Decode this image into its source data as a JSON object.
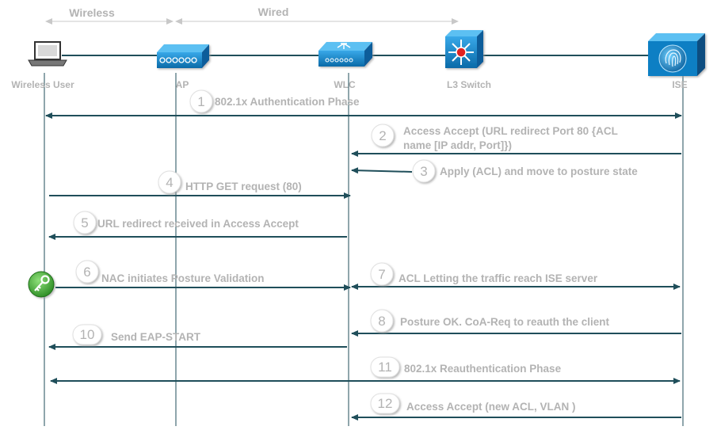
{
  "header": {
    "wireless_label": "Wireless",
    "wired_label": "Wired"
  },
  "devices": [
    {
      "name": "Wireless User",
      "icon": "laptop-icon"
    },
    {
      "name": "AP",
      "icon": "access-point-icon"
    },
    {
      "name": "WLC",
      "icon": "wireless-lan-controller-icon"
    },
    {
      "name": "L3 Switch",
      "icon": "l3-switch-icon"
    },
    {
      "name": "ISE",
      "icon": "ise-fingerprint-icon"
    }
  ],
  "steps": [
    {
      "num": "1",
      "line1": "802.1x Authentication Phase",
      "line2": ""
    },
    {
      "num": "2",
      "line1": "Access Accept (URL redirect Port 80 {ACL",
      "line2": "name [IP addr, Port]})"
    },
    {
      "num": "3",
      "line1": "Apply  (ACL) and move to posture state",
      "line2": ""
    },
    {
      "num": "4",
      "line1": "HTTP GET request (80)",
      "line2": ""
    },
    {
      "num": "5",
      "line1": "URL redirect received in Access Accept",
      "line2": ""
    },
    {
      "num": "6",
      "line1": "NAC initiates Posture Validation",
      "line2": ""
    },
    {
      "num": "7",
      "line1": "ACL  Letting the traffic reach ISE server",
      "line2": ""
    },
    {
      "num": "8",
      "line1": "Posture OK.  CoA-Req to reauth the client",
      "line2": ""
    },
    {
      "num": "10",
      "line1": "Send EAP-START",
      "line2": ""
    },
    {
      "num": "11",
      "line1": "802.1x Reauthentication Phase",
      "line2": ""
    },
    {
      "num": "12",
      "line1": "Access Accept (new ACL, VLAN  )",
      "line2": ""
    }
  ],
  "nac_agent_icon": "key-icon",
  "colors": {
    "line": "#1f4e5a",
    "label_gray": "#b3b3b3",
    "device_blue": "#0b7fc4",
    "agent_green": "#3aa832"
  }
}
